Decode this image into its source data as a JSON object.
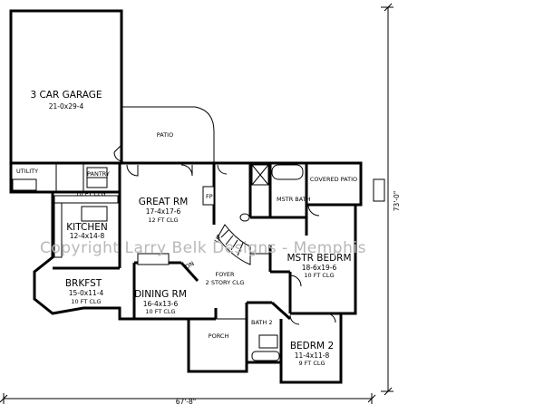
{
  "rooms": {
    "garage": {
      "name": "3 CAR GARAGE",
      "dims": "21-0x29-4"
    },
    "patio": {
      "name": "PATIO"
    },
    "utility": {
      "name": "UTILITY"
    },
    "pantry": {
      "name": "PANTRY"
    },
    "kitchen": {
      "name": "KITCHEN",
      "dims": "12-4x14-8",
      "ceiling": "10 FT CLG"
    },
    "great_rm": {
      "name": "GREAT RM",
      "dims": "17-4x17-6",
      "ceiling": "12 FT CLG"
    },
    "fp": {
      "name": "FP"
    },
    "mstr_bath": {
      "name": "MSTR BATH"
    },
    "covered_patio": {
      "name": "COVERED PATIO"
    },
    "brkfst": {
      "name": "BRKFST",
      "dims": "15-0x11-4",
      "ceiling": "10 FT CLG"
    },
    "dining_rm": {
      "name": "DINING RM",
      "dims": "16-4x13-6",
      "ceiling": "10 FT CLG"
    },
    "foyer": {
      "name": "FOYER",
      "ceiling": "2 STORY CLG"
    },
    "mstr_bedrm": {
      "name": "MSTR BEDRM",
      "dims": "18-6x19-6",
      "ceiling": "10 FT CLG"
    },
    "bath2": {
      "name": "BATH 2"
    },
    "porch": {
      "name": "PORCH"
    },
    "bedrm2": {
      "name": "BEDRM 2",
      "dims": "11-4x11-8",
      "ceiling": "9 FT CLG"
    }
  },
  "stair_labels": {
    "up": "DN",
    "down": "UP"
  },
  "dimensions": {
    "width": "67'-8\"",
    "depth": "73'-0\""
  },
  "watermark": "Copyright Larry Belk Designs - Memphis"
}
